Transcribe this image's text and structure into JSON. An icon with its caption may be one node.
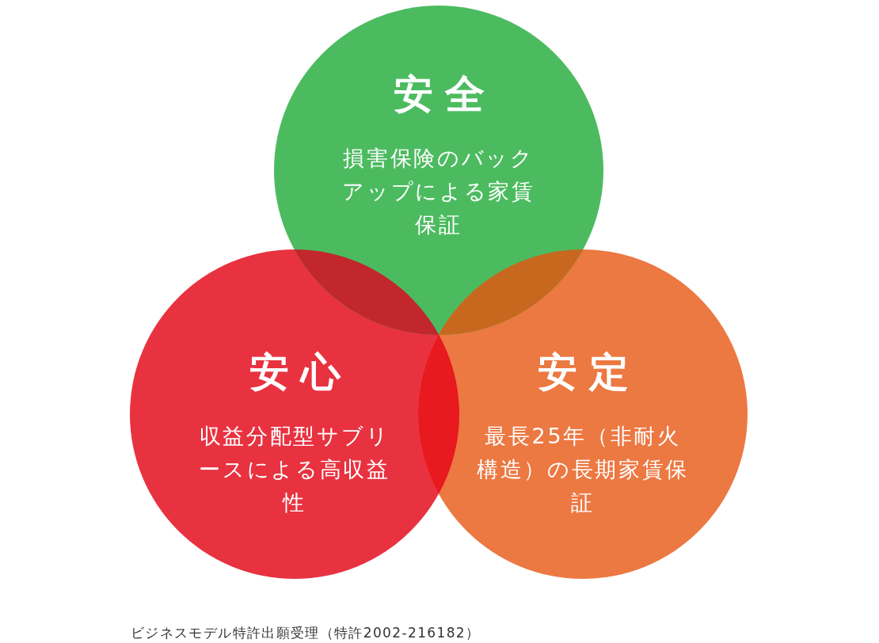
{
  "diagram": {
    "nodes": [
      {
        "text": [
          "安全",
          "損害保険のバックアップによる家賃保証"
        ]
      },
      {
        "text": [
          "安心",
          "収益分配型サブリースによる高収益性"
        ]
      },
      {
        "text": [
          "安定",
          "最長25年（非耐火構造）の長期家賃保証"
        ]
      }
    ],
    "labels": [
      "ビジネスモデル特許出願受理（特許2002-216182）"
    ]
  }
}
